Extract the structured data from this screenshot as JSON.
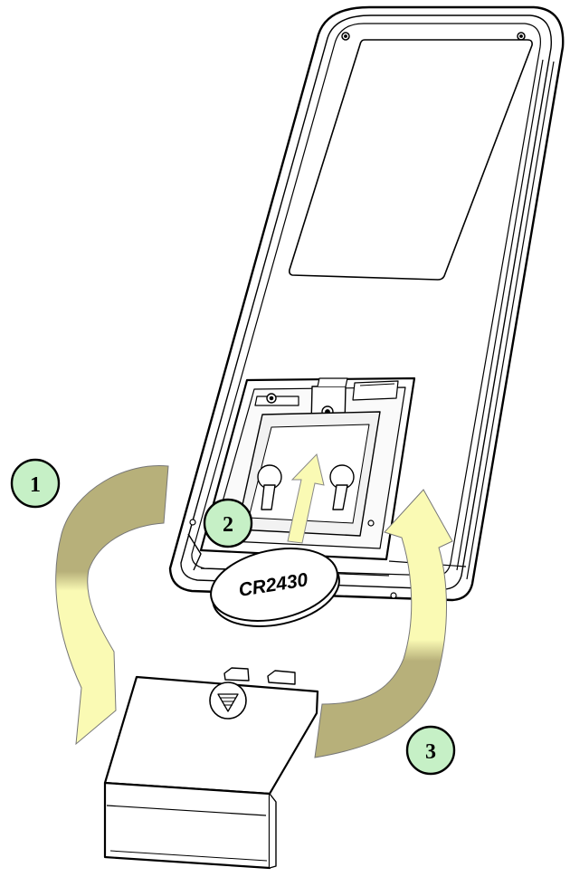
{
  "steps": [
    {
      "label": "1"
    },
    {
      "label": "2"
    },
    {
      "label": "3"
    }
  ],
  "battery": {
    "label": "CR2430"
  },
  "colors": {
    "step_badge_fill": "#c6f0c6",
    "arrow_light": "#fafab4",
    "arrow_dark": "#b7b07a",
    "outline": "#000000"
  }
}
